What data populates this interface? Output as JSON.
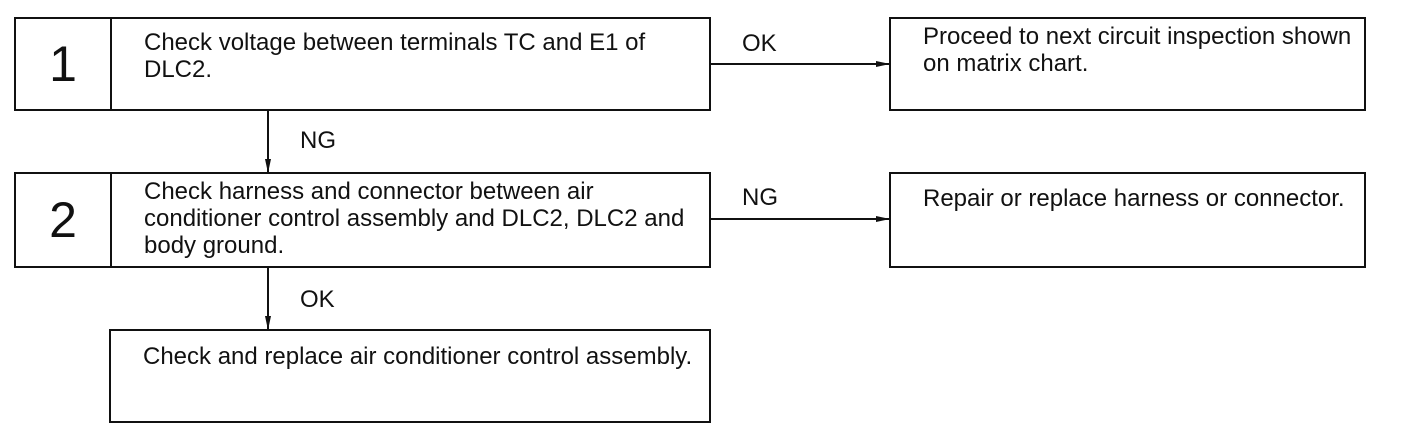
{
  "steps": [
    {
      "number": "1",
      "text": "Check voltage between terminals TC and E1 of DLC2."
    },
    {
      "number": "2",
      "text": "Check harness and connector between air conditioner control assembly and DLC2, DLC2 and body ground."
    }
  ],
  "results": {
    "step1_ok": "Proceed to next circuit inspection shown on matrix chart.",
    "step2_ng": "Repair or replace harness or connector.",
    "step2_ok": "Check and replace air conditioner control assembly."
  },
  "labels": {
    "step1_right": "OK",
    "step1_down": "NG",
    "step2_right": "NG",
    "step2_down": "OK"
  }
}
